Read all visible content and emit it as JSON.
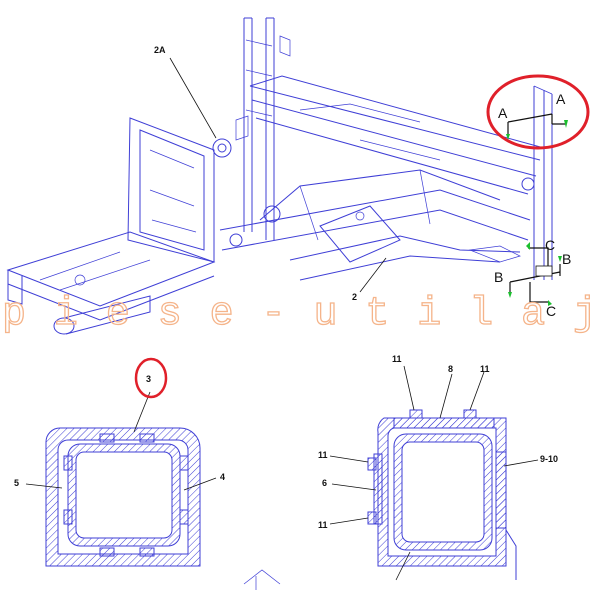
{
  "labels": {
    "frame_callout": "2A",
    "main_frame": "2",
    "section_a_left": "A",
    "section_a_right": "A",
    "section_b_left": "B",
    "section_b_right": "B",
    "section_c_top": "C",
    "section_c_bottom": "C",
    "left_section_top": "3",
    "left_section_left": "5",
    "left_section_right": "4",
    "right_section_top_left": "11",
    "right_section_top_mid": "8",
    "right_section_top_right": "11",
    "right_section_mid_left_upper": "11",
    "right_section_mid_left": "6",
    "right_section_mid_left_lower": "11",
    "right_section_right": "9-10"
  },
  "watermark": "piese-utilaj",
  "colors": {
    "drawing_line": "#3f3fd6",
    "highlight_circle": "#e0202a",
    "watermark": "#f5b48a",
    "arrow_green": "#1bbf2e"
  }
}
